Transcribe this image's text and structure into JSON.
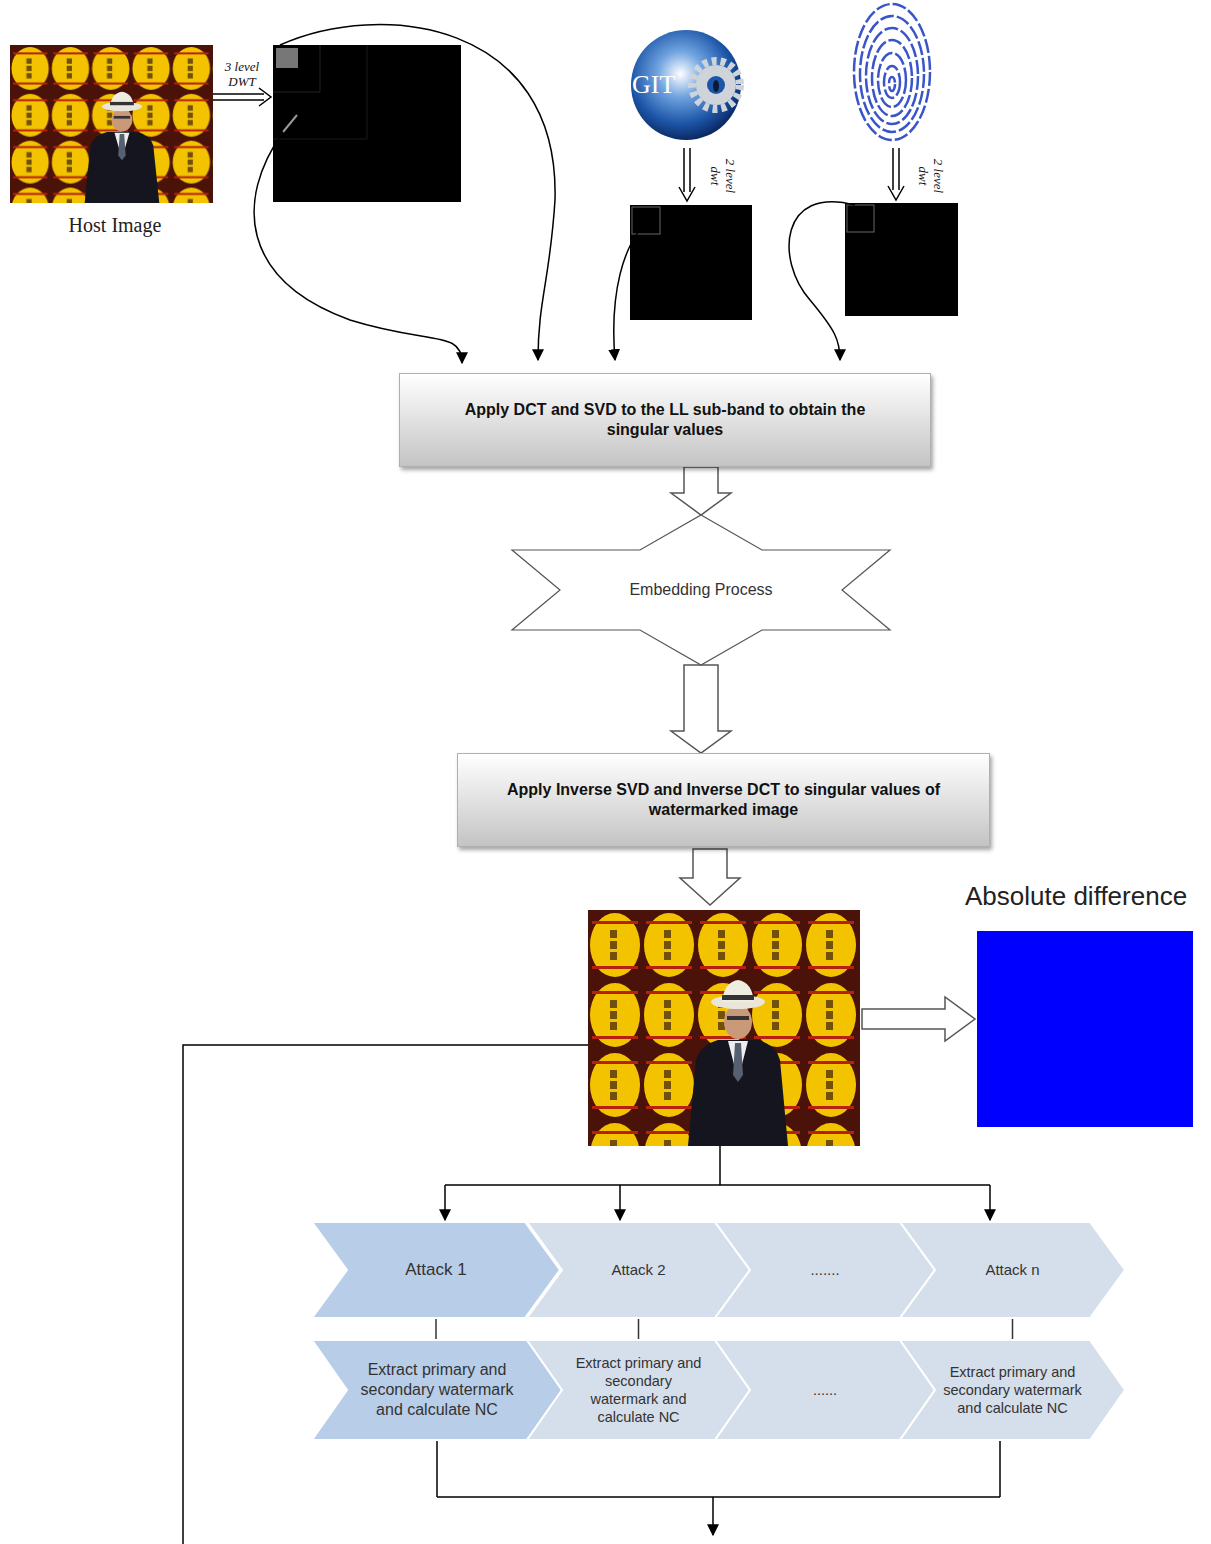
{
  "diagram": {
    "nodes": [
      {
        "text": [
          "Apply DCT and SVD to the LL sub-band to obtain the singular values"
        ]
      },
      {
        "text": [
          "Embedding Process"
        ]
      },
      {
        "text": [
          "Apply Inverse SVD and Inverse DCT to singular values of watermarked image"
        ]
      },
      {
        "text": [
          "Absolute difference"
        ]
      },
      {
        "text": [
          "Attack 1"
        ]
      },
      {
        "text": [
          "Attack 2"
        ]
      },
      {
        "text": [
          "......."
        ]
      },
      {
        "text": [
          "Attack n"
        ]
      },
      {
        "text": [
          "Extract primary and secondary watermark and calculate NC"
        ]
      },
      {
        "text": [
          "Extract primary and secondary watermark and calculate NC"
        ]
      },
      {
        "text": [
          "......"
        ]
      },
      {
        "text": [
          "Extract primary and secondary watermark and calculate NC"
        ]
      }
    ],
    "edges": [
      {
        "from": 0,
        "to": 1,
        "arrow": "to"
      },
      {
        "from": 1,
        "to": 2,
        "arrow": "to"
      },
      {
        "from": 4,
        "to": 8,
        "arrow": "none"
      },
      {
        "from": 5,
        "to": 9,
        "arrow": "none"
      },
      {
        "from": 7,
        "to": 11,
        "arrow": "none"
      }
    ],
    "labels": [
      "Host Image",
      "3 level DWT",
      "GIT",
      "2 level dwt",
      "2 level dwt"
    ]
  }
}
